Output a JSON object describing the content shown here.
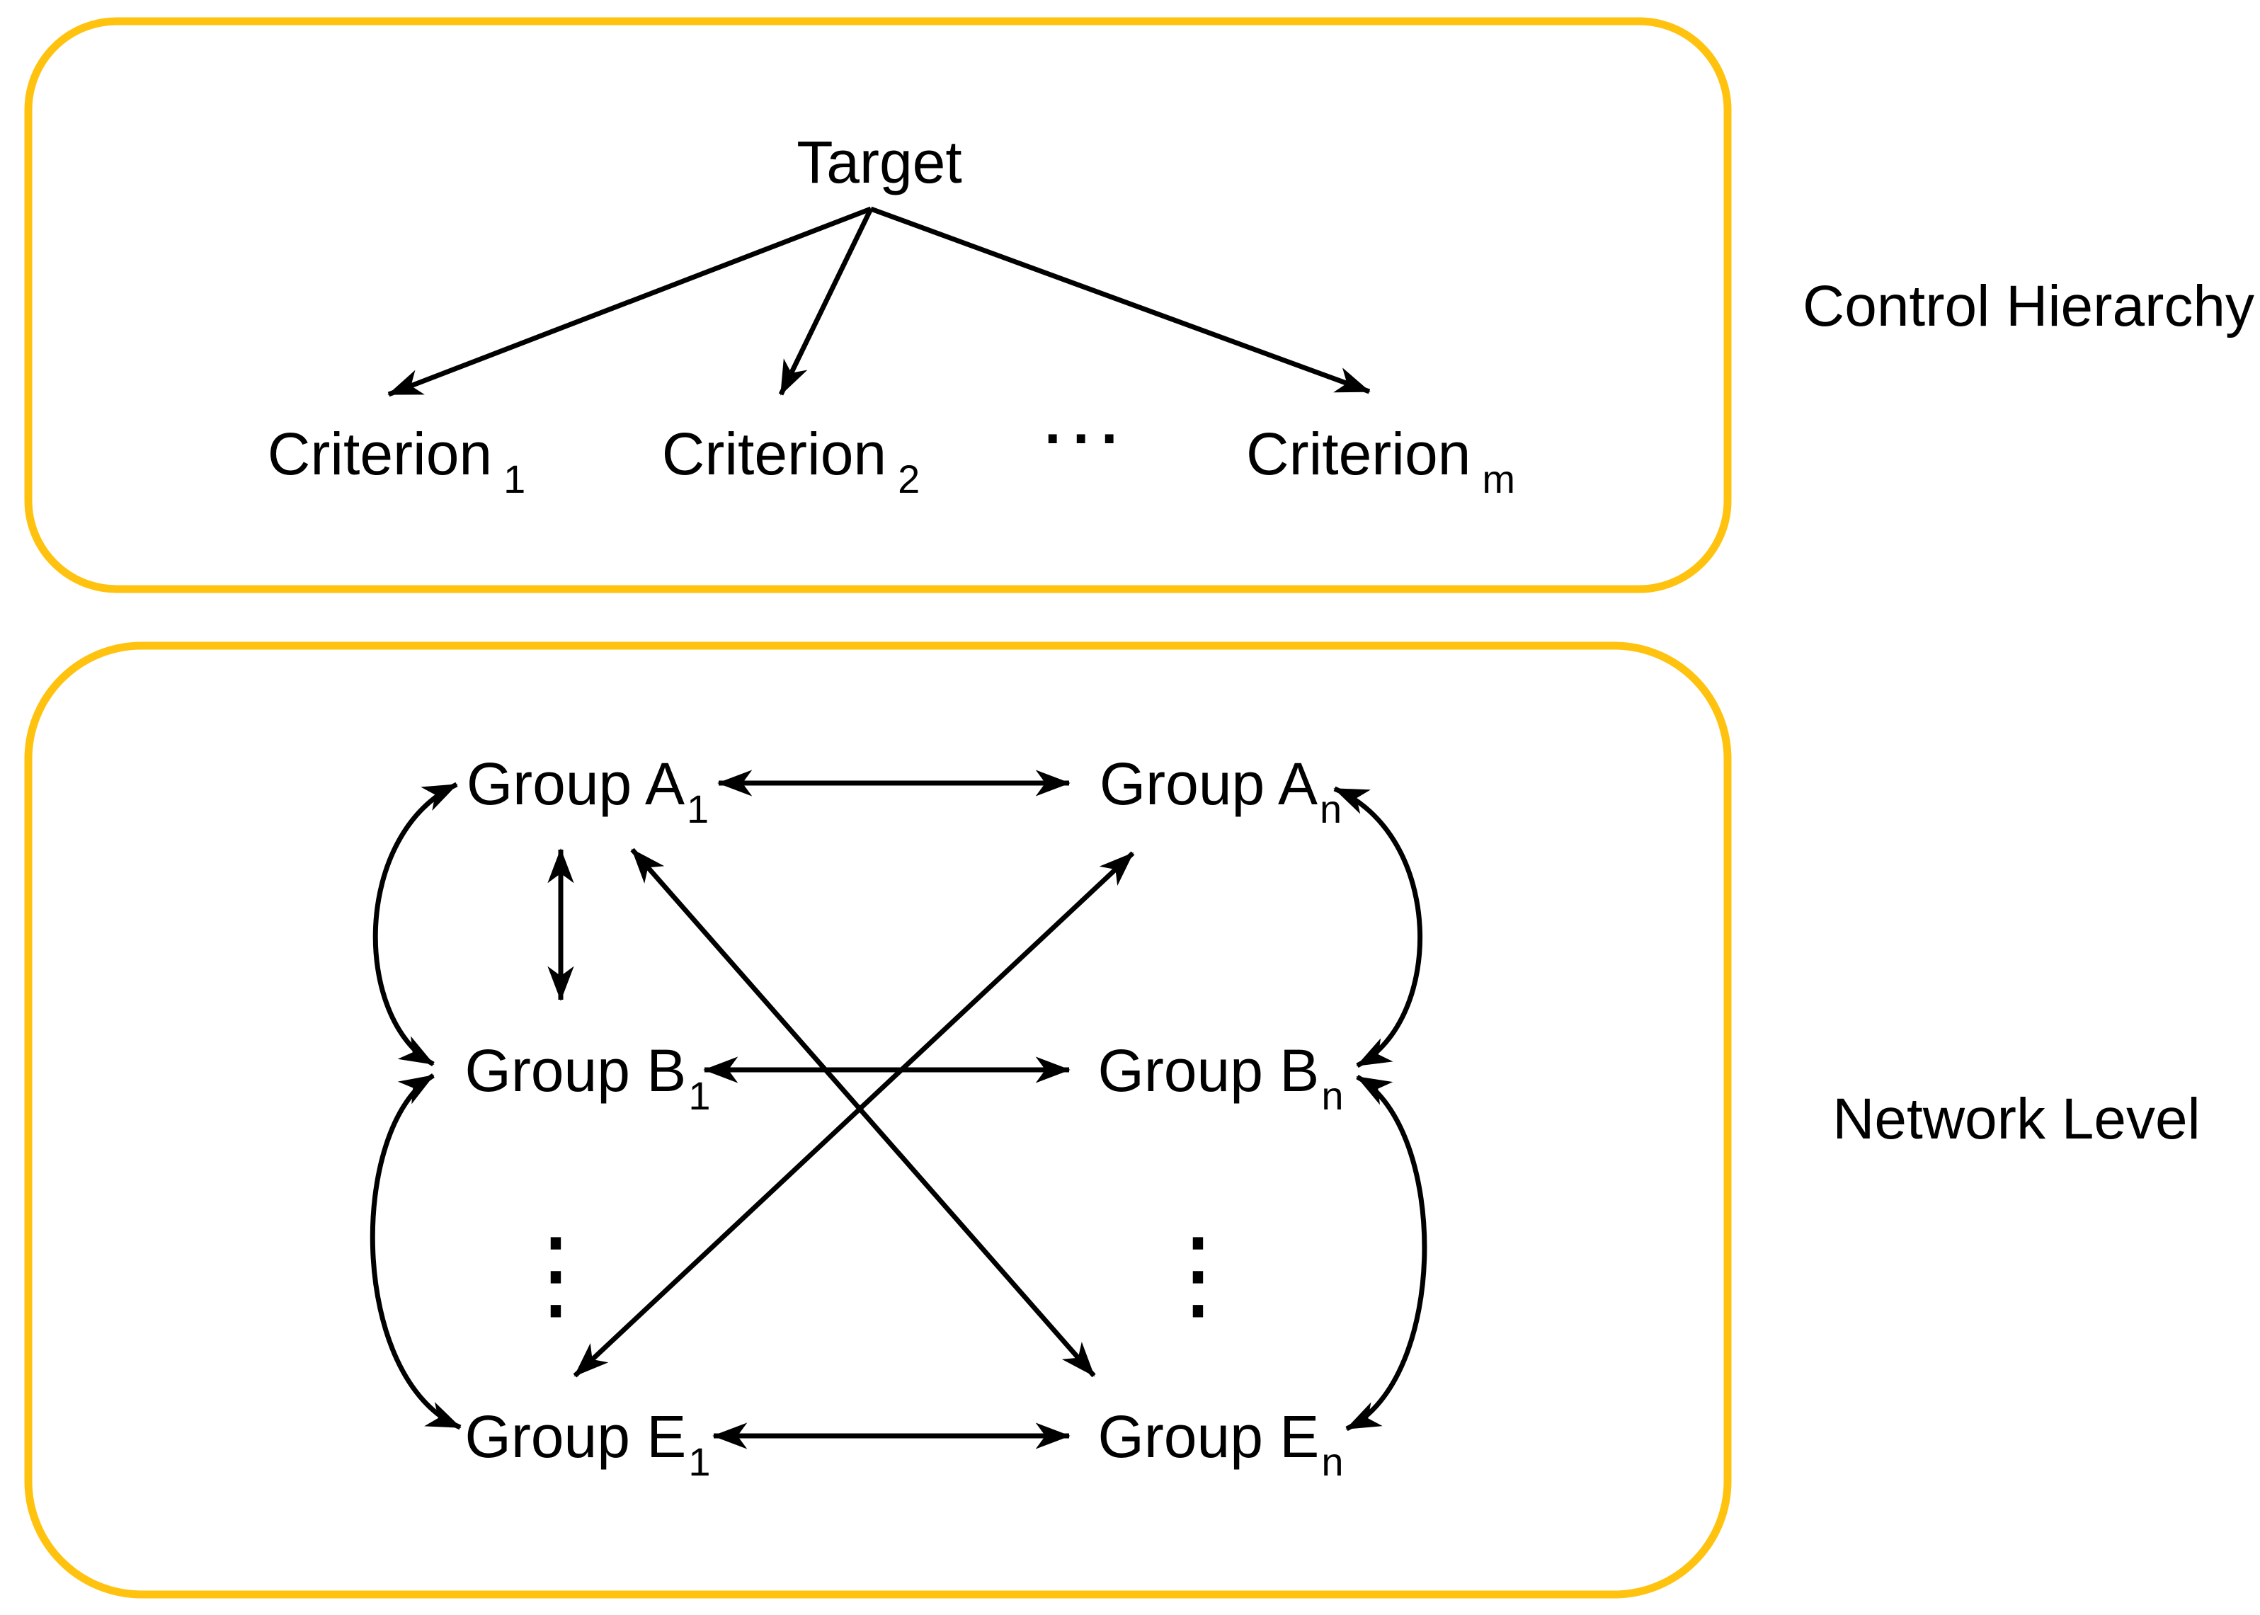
{
  "figure": {
    "background": "#ffffff",
    "box_border_color": "#FFC20E",
    "line_color": "#000000"
  },
  "control_hierarchy": {
    "side_label": "Control Hierarchy",
    "target_label": "Target",
    "criteria": [
      {
        "base": "Criterion",
        "sub": "1"
      },
      {
        "base": "Criterion",
        "sub": "2"
      },
      {
        "base": "Criterion",
        "sub": "m"
      }
    ],
    "horizontal_ellipsis": "···"
  },
  "network_level": {
    "side_label": "Network Level",
    "groups": {
      "a1": {
        "base": "Group A",
        "sub": "1"
      },
      "an": {
        "base": "Group A",
        "sub": "n"
      },
      "b1": {
        "base": "Group B",
        "sub": "1"
      },
      "bn": {
        "base": "Group B",
        "sub": "n"
      },
      "e1": {
        "base": "Group E",
        "sub": "1"
      },
      "en": {
        "base": "Group E",
        "sub": "n"
      }
    },
    "vertical_ellipsis": "⋮"
  }
}
